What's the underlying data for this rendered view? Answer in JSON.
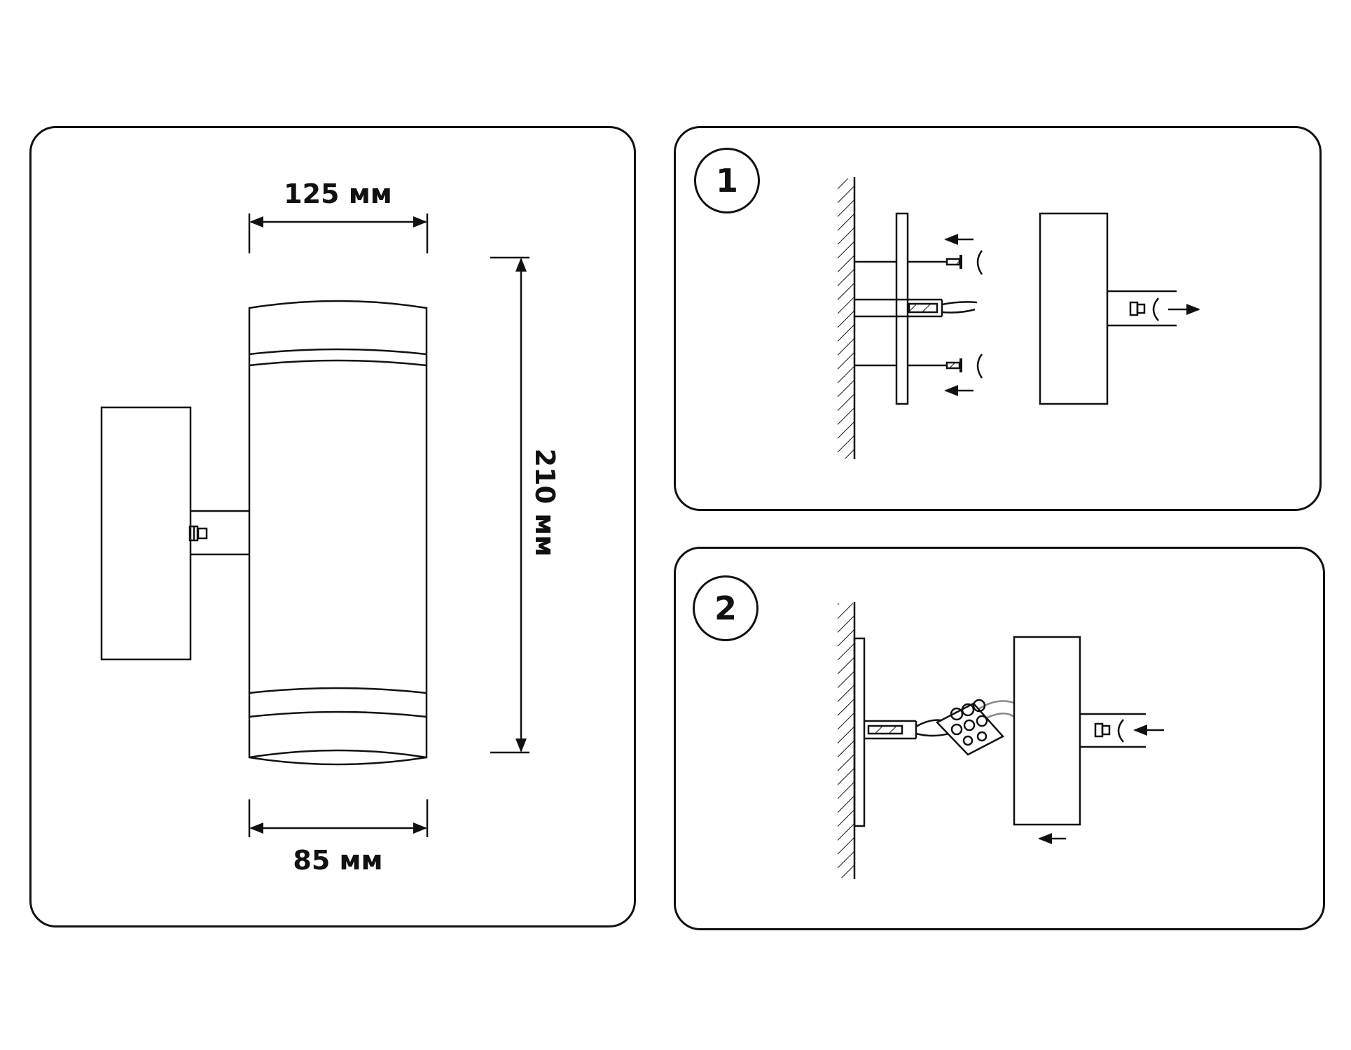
{
  "dimensions": {
    "width_top": "125 мм",
    "height": "210 мм",
    "width_bottom": "85 мм"
  },
  "steps": [
    {
      "number": "1"
    },
    {
      "number": "2"
    }
  ],
  "colors": {
    "line": "#111111",
    "background": "#ffffff"
  }
}
